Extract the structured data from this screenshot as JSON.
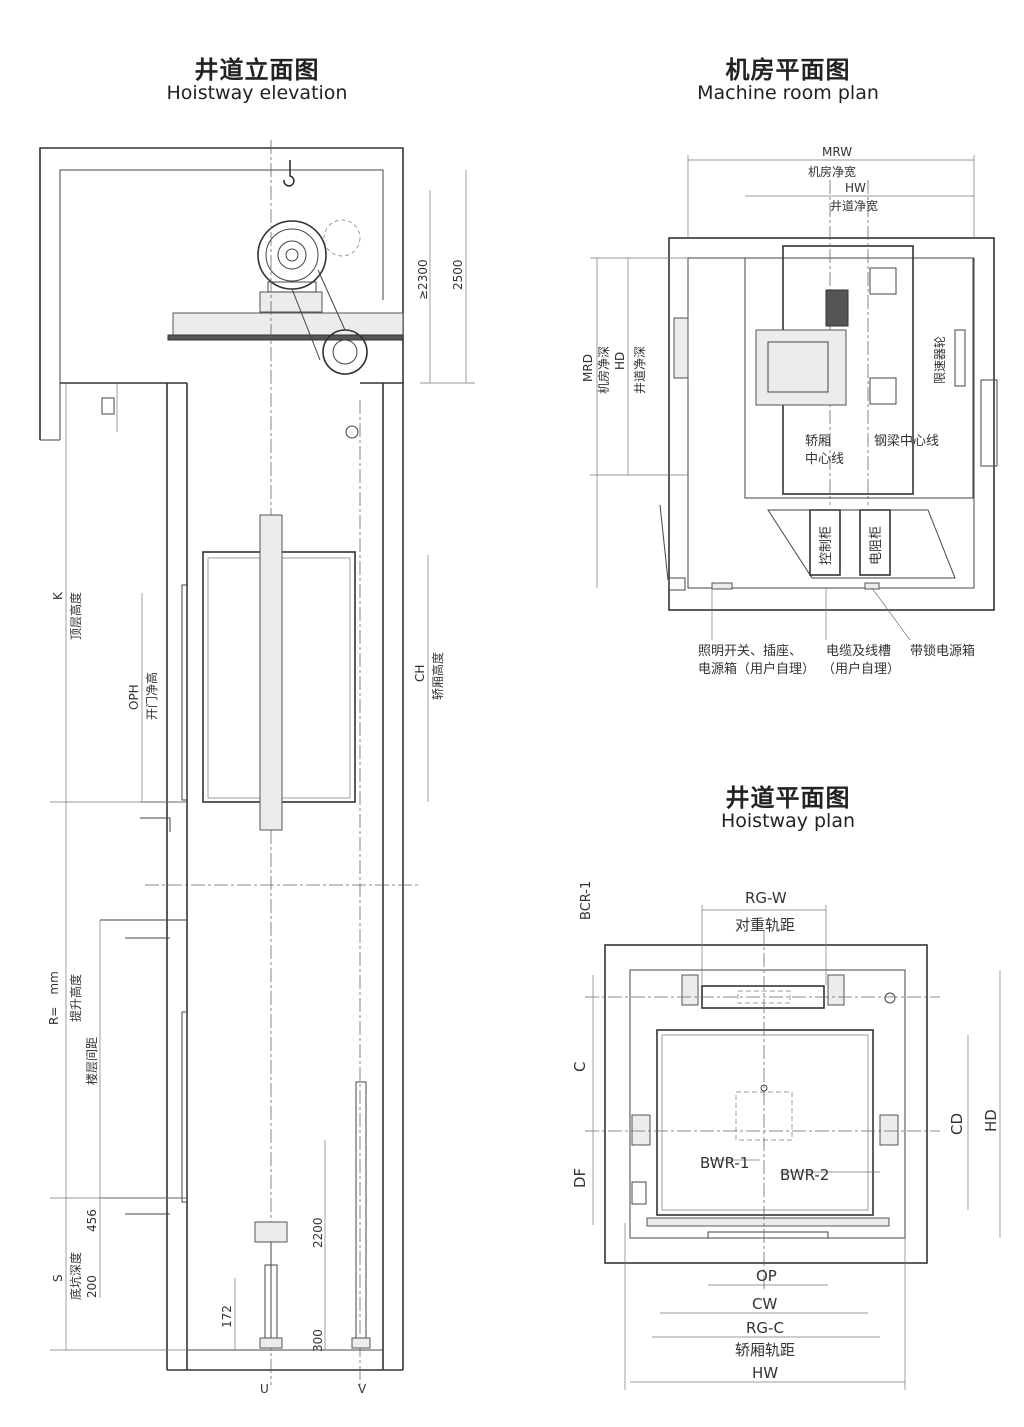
{
  "elevation": {
    "title_zh": "井道立面图",
    "title_en": "Hoistway elevation",
    "dims": {
      "d2300": "≥2300",
      "d2500": "2500",
      "k": "K",
      "k_zh": "顶层高度",
      "oph": "OPH",
      "oph_zh": "开门净高",
      "ch": "CH",
      "ch_zh": "轿厢高度",
      "r": "R=　mm",
      "r_zh": "提升高度",
      "floor_zh": "楼层间距",
      "d456": "456",
      "d200": "200",
      "s": "S",
      "s_zh": "底坑深度",
      "d2200": "2200",
      "d172": "172",
      "d300": "300",
      "u": "U",
      "v": "V"
    }
  },
  "machine_room": {
    "title_zh": "机房平面图",
    "title_en": "Machine room plan",
    "labels": {
      "mrw": "MRW",
      "mrw_zh": "机房净宽",
      "hw": "HW",
      "hw_zh": "井道净宽",
      "mrd": "MRD",
      "mrd_zh": "机房净深",
      "hd": "HD",
      "hd_zh": "井道净深",
      "governor": "限速器轮",
      "car_center_1": "轿厢",
      "car_center_2": "中心线",
      "beam_center": "钢梁中心线",
      "control_cabinet": "控制柜",
      "resistor_cabinet": "电阻柜",
      "note1_a": "照明开关、插座、",
      "note1_b": "电源箱（用户自理）",
      "note2_a": "电缆及线槽",
      "note2_b": "（用户自理）",
      "note3": "带锁电源箱"
    }
  },
  "hoistway_plan": {
    "title_zh": "井道平面图",
    "title_en": "Hoistway plan",
    "labels": {
      "bcr1": "BCR-1",
      "rgw": "RG-W",
      "rgw_zh": "对重轨距",
      "c": "C",
      "df": "DF",
      "bwr1": "BWR-1",
      "bwr2": "BWR-2",
      "cd": "CD",
      "hd": "HD",
      "op": "OP",
      "cw": "CW",
      "rgc": "RG-C",
      "rgc_zh": "轿厢轨距",
      "hw": "HW"
    }
  }
}
